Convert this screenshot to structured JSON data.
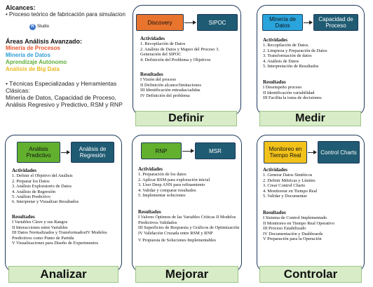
{
  "info": {
    "alcances_title": "Alcances:",
    "alcances_text": "• Proceso teórico de fabricación para simulacion",
    "rstudio": "Studio",
    "areas_title": "Áreas Análisis Avanzado:",
    "areas": [
      {
        "label": "Minería de Procesos",
        "color": "#e8542c"
      },
      {
        "label": "Minería de Datos",
        "color": "#2f9fd6"
      },
      {
        "label": "Aprendizaje Autónomo",
        "color": "#5fae3a"
      },
      {
        "label": "Análisis de Big Data",
        "color": "#e8b81c"
      }
    ],
    "tecnicas": "• Técnicas Especializadas y Herramientas Clásicas:",
    "tecnicas_detail": "Minería de Datos, Capacidad de Proceso, Análisis Regresivo y Predictivo, RSM y RNP"
  },
  "phases": [
    {
      "name": "Definir",
      "box1": {
        "text": "Discovery",
        "color": "#e8742e"
      },
      "box2": {
        "text": "SIPOC",
        "color": "#1f5b72"
      },
      "actividades_title": "Actividades",
      "actividades": [
        "1. Recopilación de Datos",
        "2. Análisis de Datos y Mapeo del Proceso 3. Generación del SIPOC",
        "4. Definición del Problema y Objetivos"
      ],
      "resultados_title": "Resultados",
      "resultados": [
        "I Visión del proceso",
        "II Definición alcance/limitaciones",
        "III Identificación entradas/salidas",
        "IV Definición del problema"
      ]
    },
    {
      "name": "Medir",
      "box1": {
        "text": "Minería de Datos",
        "color": "#2aa4dc"
      },
      "box2": {
        "text": "Capacidad de Proceso",
        "color": "#1f5b72"
      },
      "actividades_title": "Actividades",
      "actividades": [
        "1. Recopilación de Datos.",
        "2. Limpieza y Preparación de Datos",
        "3. Transformación de datos",
        "4. Análisis de Datos",
        "5. Interpretación de Resultados"
      ],
      "resultados_title": "Resultados",
      "resultados": [
        "I Desempeño proceso",
        "II Identificación variabilidad",
        "III Facilita la toma de decisiones"
      ]
    },
    {
      "name": "Analizar",
      "box1": {
        "text": "Análisis Predictivo",
        "color": "#62b02e"
      },
      "box2": {
        "text": "Análisis de Regresión",
        "color": "#1f5b72"
      },
      "actividades_title": "Actividades",
      "actividades": [
        "1. Definir el Objetivo del Análisis",
        "2. Preparar los Datos",
        "3. Análisis Exploratorio de Datos",
        "4. Análisis de Regresión",
        "5. Análisis Predictivo",
        "6. Interpretar y Visualizar Resultados"
      ],
      "resultados_title": "Resultados",
      "resultados": [
        "I Variables Clave y sus Rangos",
        "II Interacciones entre Variables",
        "III Datos Normalizados y TransformadosIV Modelos Predictivos como Punto de Partida",
        "V Visualizaciones para Diseño de Experimentos"
      ]
    },
    {
      "name": "Mejorar",
      "box1": {
        "text": "RNP",
        "color": "#62b02e"
      },
      "box2": {
        "text": "MSR",
        "color": "#1f5b72"
      },
      "actividades_title": "Actividades",
      "actividades": [
        "1. Preparación de los datos",
        "2. Aplicar RSM para exploración inicial",
        "3. User Deep ANN para refinamiento",
        "4. Validar y comparar resultados",
        "5. Implementar soluciones"
      ],
      "resultados_title": "Resultados",
      "resultados": [
        "I Valores Óptimos de las Variables Críticas II Modelos Predictivos Validados",
        "III Superficies de Respuesta y Gráficos de Optimización",
        "IV Validación Cruzada entre RSM y RNP",
        "V Propuesta de Soluciones Implementables"
      ]
    },
    {
      "name": "Controlar",
      "box1": {
        "text": "Monitoreo en Tiempo Real",
        "color": "#f2c21a"
      },
      "box2": {
        "text": "Control Charts",
        "color": "#1f5b72"
      },
      "actividades_title": "Actividades",
      "actividades": [
        "1. Generar Datos Sintéticos",
        "2. Definir Métricas y Límites",
        "3. Crear Control Charts",
        "4. Monitorear en Tiempo Real",
        "5. Validar y Documentar"
      ],
      "resultados_title": "Resultados",
      "resultados": [
        "I Sistema de Control Implementado",
        "II Monitoreo en Tiempo Real Operativo",
        "III Proceso Estabilizado",
        "IV Documentación y Dashboards",
        "V Preparación para la Operación"
      ]
    }
  ]
}
